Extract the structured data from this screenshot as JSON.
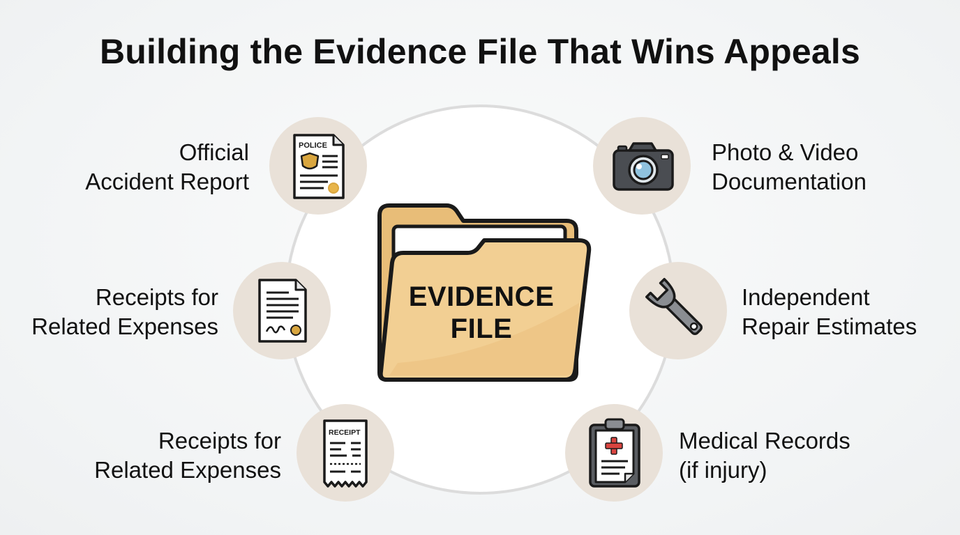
{
  "title": "Building the Evidence File That Wins Appeals",
  "center": {
    "line1": "EVIDENCE",
    "line2": "FILE"
  },
  "items": [
    {
      "line1": "Official",
      "line2": "Accident Report",
      "icon": "police-report-icon",
      "icon_text": "POLICE"
    },
    {
      "line1": "Receipts for",
      "line2": "Related Expenses",
      "icon": "signed-document-icon"
    },
    {
      "line1": "Receipts for",
      "line2": "Related Expenses",
      "icon": "receipt-icon",
      "icon_text": "RECEIPT"
    },
    {
      "line1": "Photo & Video",
      "line2": "Documentation",
      "icon": "camera-icon"
    },
    {
      "line1": "Independent",
      "line2": "Repair Estimates",
      "icon": "wrench-icon"
    },
    {
      "line1": "Medical Records",
      "line2": "(if injury)",
      "icon": "medical-clipboard-icon"
    }
  ],
  "colors": {
    "icon_circle": "#e9e1d8",
    "folder_fill": "#f2cf93",
    "folder_back": "#e8bd78",
    "outline": "#1a1a1a",
    "badge_gold": "#d9a63f",
    "medical_red": "#d9443f"
  }
}
